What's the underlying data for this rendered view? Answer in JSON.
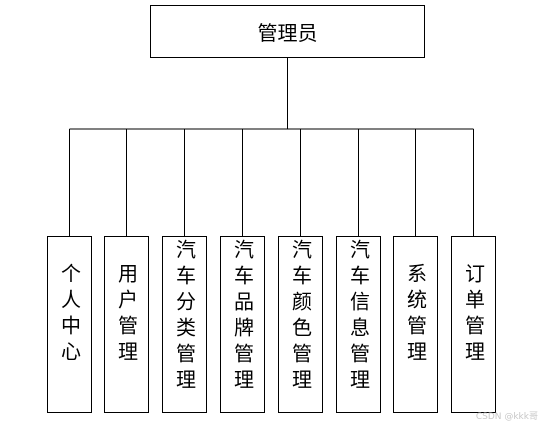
{
  "root": {
    "label": "管理员"
  },
  "children": [
    {
      "key": "personal",
      "label": "个人中心",
      "padTop": 26
    },
    {
      "key": "users",
      "label": "用户管理",
      "padTop": 26
    },
    {
      "key": "category",
      "label": "汽车分类管理",
      "padTop": 2
    },
    {
      "key": "brand",
      "label": "汽车品牌管理",
      "padTop": 2
    },
    {
      "key": "color",
      "label": "汽车颜色管理",
      "padTop": 2
    },
    {
      "key": "info",
      "label": "汽车信息管理",
      "padTop": 2
    },
    {
      "key": "system",
      "label": "系统管理",
      "padTop": 26
    },
    {
      "key": "orders",
      "label": "订单管理",
      "padTop": 26
    }
  ],
  "watermark": "CSDN @kkk哥"
}
